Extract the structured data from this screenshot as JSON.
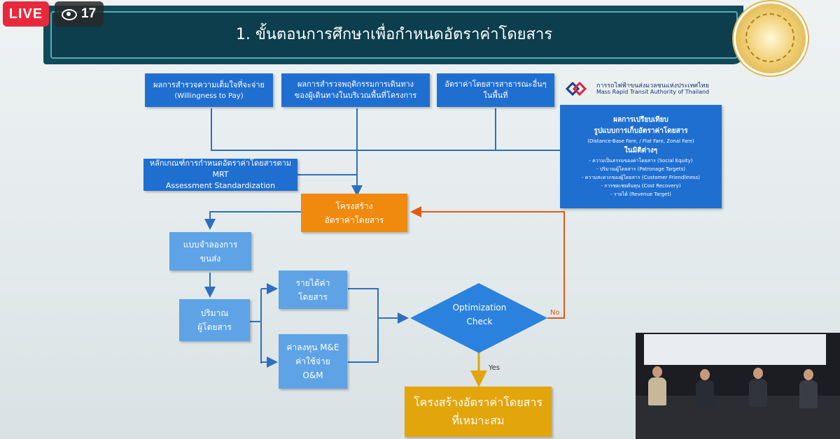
{
  "stream": {
    "live_label": "LIVE",
    "viewer_count": "17"
  },
  "slide": {
    "title": "1. ขั้นตอนการศึกษาเพื่อกำหนดอัตราค่าโดยสาร",
    "logo": {
      "thai": "การรถไฟฟ้าขนส่งมวลชนแห่งประเทศไทย",
      "english": "Mass Rapid Transit Authority of Thailand"
    },
    "inputs": {
      "willingness": {
        "line1": "ผลการสำรวจความเต็มใจที่จะจ่าย",
        "line2": "(Willingness to Pay)"
      },
      "behavior": {
        "line1": "ผลการสำรวจพฤติกรรมการเดินทาง",
        "line2": "ของผู้เดินทางในบริเวณพื้นที่โครงการ"
      },
      "other_fares": {
        "line1": "อัตราค่าโดยสารสาธารณะอื่นๆ",
        "line2": "ในพื้นที่"
      },
      "mrt_criteria": {
        "line1": "หลักเกณฑ์การกำหนดอัตราค่าโดยสารตาม MRT",
        "line2": "Assessment Standardization"
      }
    },
    "comparison": {
      "title1": "ผลการเปรียบเทียบ",
      "title2": "รูปแบบการเก็บอัตราค่าโดยสาร",
      "sub": "(Distance-Base Fare, /  Flat Fare, Zonal Fare)",
      "title3": "ในมิติต่างๆ",
      "bullets": [
        "- ความเป็นธรรมของค่าโดยสาร (Social Equity)",
        "- ปริมาณผู้โดยสาร (Patronage Targets)",
        "- ความสะดวกของผู้โดยสาร (Customer Friendliness)",
        "- การชดเชยต้นทุน (Cost Recovery)",
        "- รายได้ (Revenue Target)"
      ]
    },
    "fare_structure": {
      "line1": "โครงสร้าง",
      "line2": "อัตราค่าโดยสาร"
    },
    "transport_model": {
      "line1": "แบบจำลองการ",
      "line2": "ขนส่ง"
    },
    "ridership": {
      "line1": "ปริมาณ",
      "line2": "ผู้โดยสาร"
    },
    "revenue": {
      "line1": "รายได้ค่า",
      "line2": "โดยสาร"
    },
    "costs": {
      "line1": "ค่าลงทุน M&E",
      "line2": "ค่าใช้จ่าย",
      "line3": "O&M"
    },
    "optimization": {
      "line1": "Optimization",
      "line2": "Check"
    },
    "yes_label": "Yes",
    "no_label": "No",
    "result": {
      "line1": "โครงสร้างอัตราค่าโดยสาร",
      "line2": "ที่เหมาะสม"
    }
  },
  "colors": {
    "title_bg": "#0f4a5b",
    "box_blue": "#1f6fd1",
    "box_light_blue": "#5ea3e6",
    "box_orange": "#f08a0e",
    "box_gold": "#e2a50c",
    "feedback_arrow": "#e25a12",
    "live_red": "#e8283b"
  },
  "icons": [
    "eye-icon",
    "mrta-logo-icon",
    "royal-seal-icon"
  ]
}
